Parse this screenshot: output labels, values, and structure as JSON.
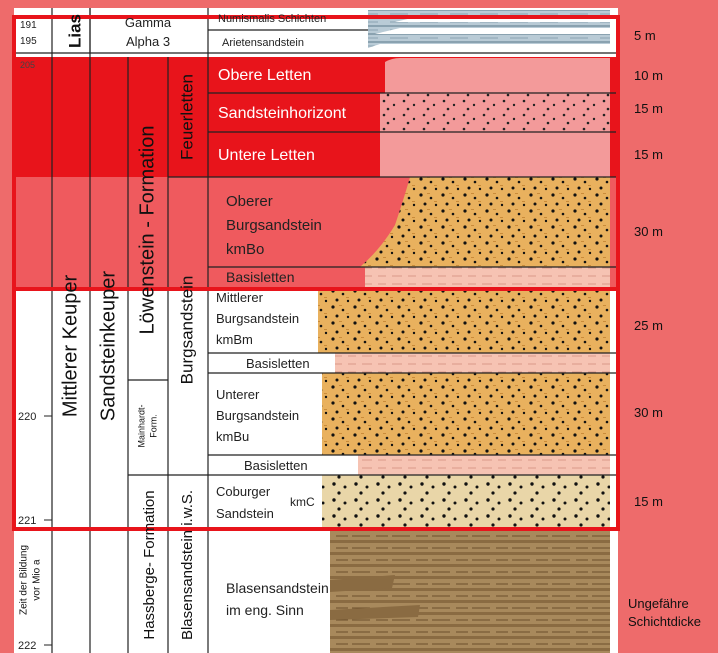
{
  "ages": {
    "a191": "191",
    "a195": "195",
    "a205": "205",
    "a220": "220",
    "a221": "221",
    "a222": "222"
  },
  "columns": {
    "lias": "Lias",
    "gamma": "Gamma",
    "alpha3": "Alpha 3",
    "mittlerer_keuper": "Mittlerer Keuper",
    "sandsteinkeuper": "Sandsteinkeuper",
    "loewenstein_formation": "Löwenstein - Formation",
    "feuerletten": "Feuerletten",
    "burgsandstein": "Burgsandstein",
    "mainhardt_line1": "Mainhardt-",
    "mainhardt_line2": "Form.",
    "hassberge_formation": "Hassberge- Formation",
    "blasensandstein_iws": "Blasensandstein i.w.S.",
    "zeit_line1": "Zeit der Bildung",
    "zeit_line2": "vor Mio a"
  },
  "layers": {
    "numismalis": "Numismalis Schichten",
    "arietensandstein": "Arietensandstein",
    "obere_letten": "Obere Letten",
    "sandsteinhorizont": "Sandsteinhorizont",
    "untere_letten": "Untere Letten",
    "oberer_bs_1": "Oberer",
    "oberer_bs_2": "Burgsandstein",
    "oberer_bs_3": "kmBo",
    "basisletten_1": "Basisletten",
    "mittlerer_bs_1": "Mittlerer",
    "mittlerer_bs_2": "Burgsandstein",
    "mittlerer_bs_3": "kmBm",
    "basisletten_2": "Basisletten",
    "unterer_bs_1": "Unterer",
    "unterer_bs_2": "Burgsandstein",
    "unterer_bs_3": "kmBu",
    "basisletten_3": "Basisletten",
    "coburger_1": "Coburger",
    "coburger_2": "Sandstein",
    "coburger_code": "kmC",
    "blasen_1": "Blasensandstein",
    "blasen_2": "im eng. Sinn"
  },
  "thickness": {
    "t1": "5 m",
    "t2": "10 m",
    "t3": "15 m",
    "t4": "15 m",
    "t5": "30 m",
    "t6": "25 m",
    "t7": "30 m",
    "t8": "15 m",
    "caption_1": "Ungefähre",
    "caption_2": "Schichtdicke"
  },
  "colors": {
    "background": "#ee6b6b",
    "highlight": "#e8141b",
    "sandstone": "#e9b15e",
    "clay": "#f6c3b3",
    "feuerletten": "#e8141b",
    "blasen": "#a8895c",
    "coburger": "#e9d6a8",
    "sandhorizon": "#f39a9a"
  }
}
